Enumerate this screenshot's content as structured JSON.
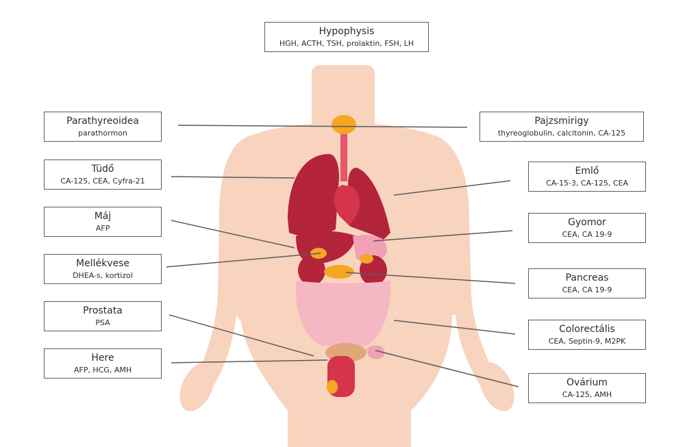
{
  "labels": {
    "hypophysis": {
      "title": "Hypophysis",
      "markers": "HGH, ACTH, TSH, prolaktin, FSH, LH"
    },
    "parathyreoidea": {
      "title": "Parathyreoidea",
      "markers": "parathormon"
    },
    "pajzsmirigy": {
      "title": "Pajzsmirigy",
      "markers": "thyreoglobulin, calcitonin, CA-125"
    },
    "tudo": {
      "title": "Tüdő",
      "markers": "CA-125, CEA, Cyfra-21"
    },
    "emlo": {
      "title": "Emlő",
      "markers": "CA-15-3, CA-125, CEA"
    },
    "maj": {
      "title": "Máj",
      "markers": "AFP"
    },
    "gyomor": {
      "title": "Gyomor",
      "markers": "CEA, CA 19-9"
    },
    "mellekvese": {
      "title": "Mellékvese",
      "markers": "DHEA-s, kortizol"
    },
    "pancreas": {
      "title": "Pancreas",
      "markers": "CEA, CA 19-9"
    },
    "prostata": {
      "title": "Prostata",
      "markers": "PSA"
    },
    "colorectalis": {
      "title": "Colorectális",
      "markers": "CEA, Septin-9, M2PK"
    },
    "here": {
      "title": "Here",
      "markers": "AFP, HCG, AMH"
    },
    "ovarium": {
      "title": "Ovárium",
      "markers": "CA-125, AMH"
    }
  },
  "colors": {
    "skin": "#f8d3be",
    "organ_dark_red": "#b3243a",
    "organ_red": "#d6344c",
    "organ_pink": "#f2a0b4",
    "intestine": "#f5b7c3",
    "gland_yellow": "#f5a623",
    "leader_line": "#5a5a5a"
  }
}
